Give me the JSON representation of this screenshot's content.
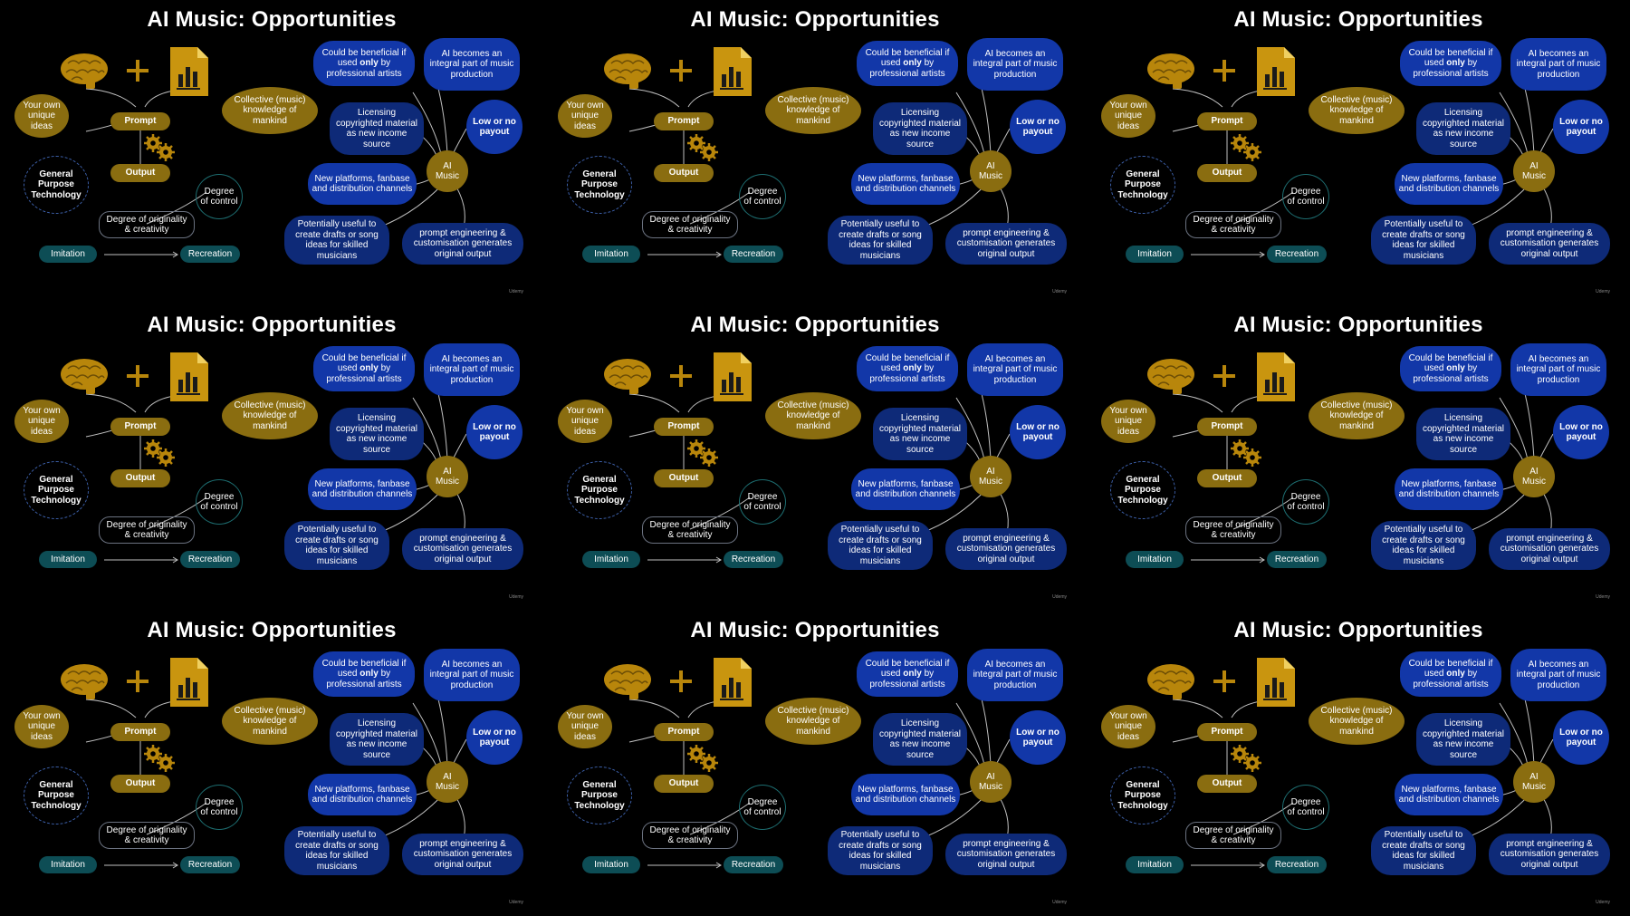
{
  "slide": {
    "title": "AI Music: Opportunities",
    "left": {
      "own_ideas": "Your own unique ideas",
      "prompt": "Prompt",
      "output": "Output",
      "collective": "Collective (music) knowledge of mankind",
      "gpt": "General Purpose Technology",
      "degree_control": "Degree of control",
      "degree_originality": "Degree of originality & creativity",
      "imitation": "Imitation",
      "recreation": "Recreation"
    },
    "right": {
      "beneficial_pre": "Could be beneficial if used ",
      "beneficial_bold": "only",
      "beneficial_post": " by professional artists",
      "integral": "AI becomes an integral part of music production",
      "licensing": "Licensing copyrighted material as new income source",
      "low_payout": "Low or no payout",
      "ai_music": "AI Music",
      "platforms": "New platforms, fanbase and distribution channels",
      "drafts": "Potentially useful to create drafts or song ideas for skilled musicians",
      "prompt_eng": "prompt engineering & customisation generates original output"
    },
    "footer": "Udemy"
  },
  "grid": {
    "rows": 3,
    "cols": 3
  },
  "colors": {
    "gold": "#8a6d10",
    "blue": "#1237a8",
    "navy": "#0e2a78",
    "teal": "#0d4d55",
    "background": "#000000"
  },
  "icons": [
    "brain-icon",
    "plus-icon",
    "chart-document-icon",
    "gears-icon"
  ]
}
